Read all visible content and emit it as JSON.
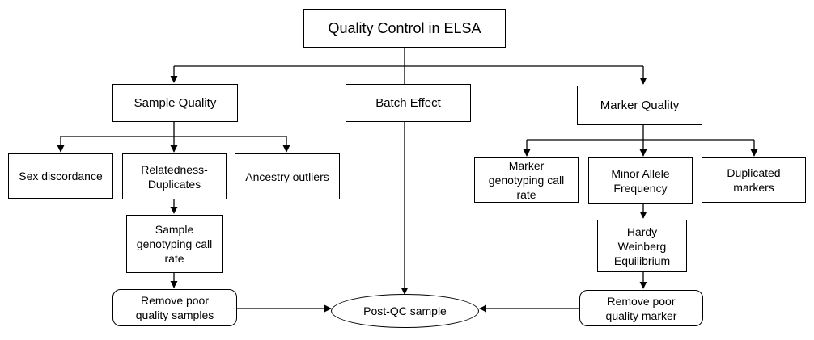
{
  "title": "Quality Control in ELSA",
  "categories": {
    "sample": "Sample Quality",
    "batch": "Batch Effect",
    "marker": "Marker Quality"
  },
  "sample_steps": {
    "sex": "Sex discordance",
    "related": "Relatedness-\nDuplicates",
    "ancestry": "Ancestry outliers",
    "call_rate": "Sample\ngenotyping call\nrate",
    "remove": "Remove poor\nquality samples"
  },
  "marker_steps": {
    "call_rate": "Marker\ngenotyping call\nrate",
    "maf": "Minor Allele\nFrequency",
    "duplicated": "Duplicated\nmarkers",
    "hwe": "Hardy\nWeinberg\nEquilibrium",
    "remove": "Remove poor\nquality marker"
  },
  "final": "Post-QC sample"
}
